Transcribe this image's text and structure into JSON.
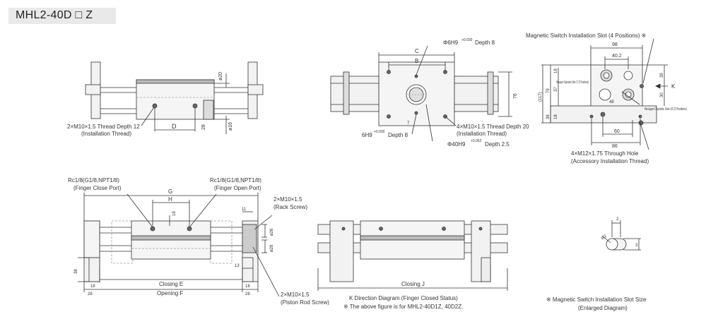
{
  "title": "MHL2-40D □ Z",
  "labels": {
    "installation_thread_a": "2×M10×1.5 Thread Depth 12",
    "installation_thread_a_sub": "(Installation Thread)",
    "dim_D": "D",
    "dim_phi20": "ø20",
    "dim_phi16": "ø16",
    "dim_28_top": "28",
    "dim_C": "C",
    "dim_B": "B",
    "pin_top": "Φ6H9",
    "pin_top_tol": "+0.030",
    "pin_top_depth": "Depth 8",
    "thread_4x": "4×M10×1.5 Thread Depth 20",
    "thread_4x_sub": "(Installation Thread)",
    "pin_bottom": "6H9",
    "pin_bottom_tol": "+0.030",
    "pin_bottom_depth": "Depth 8",
    "bore": "Φ40H9",
    "bore_tol": "+0.062",
    "bore_depth": "Depth 2.5",
    "dim_7": "7",
    "dim_76": "76",
    "mag_slot_title": "Magnetic Switch Installation Slot (4 Positions) ※",
    "dim_98": "98",
    "dim_40_2": "40.2",
    "dim_18": "18",
    "dim_37": "37",
    "dim_79": "79",
    "dim_117": "(117)",
    "dim_39": "39",
    "dim_30": "30",
    "dim_48": "48",
    "dim_38_side": "38",
    "dim_18_side": "18",
    "dim_60": "60",
    "dim_86": "86",
    "hex_17": "Hexagon Opposite Side 17 (2 Positions)",
    "hex_19": "Hexagon Opposite Side 19 (2 Positions)",
    "k_arrow": "K",
    "through_hole": "4×M12×1.75 Through Hole",
    "through_hole_sub": "(Accessory Installation Thread)",
    "close_port": "Rc1/8(G1/8,NPT1/8)",
    "close_port_sub": "(Finger Close Port)",
    "open_port": "Rc1/8(G1/8,NPT1/8)",
    "open_port_sub": "(Finger Open Port)",
    "dim_G": "G",
    "dim_H": "H",
    "dim_18_front": "18",
    "rack_screw": "2×M10×1.5",
    "rack_screw_sub": "(Rack Screw)",
    "dim_11": "11",
    "dim_phi26": "ø26",
    "dim_phi28": "ø28",
    "dim_13": "13",
    "dim_38_front": "38",
    "dim_18_l": "18",
    "dim_28_l": "28",
    "dim_18_r": "18",
    "dim_28_r": "28",
    "closing_E": "Closing E",
    "opening_F": "Opening F",
    "piston_screw": "2×M10×1.5",
    "piston_screw_sub": "(Piston Rod Screw)",
    "closing_J": "Closing J",
    "k_direction": "K Direction Diagram (Finger Closed Status)",
    "figure_note": "※ The above figure is for MHL2-40D1Z, 40D2Z.",
    "slot_size_title": "※ Magnetic Switch Installation Slot Size",
    "slot_size_sub": "(Enlarged Diagram)",
    "dim_2": "2",
    "dim_r2": "R2",
    "dim_3": "3"
  }
}
